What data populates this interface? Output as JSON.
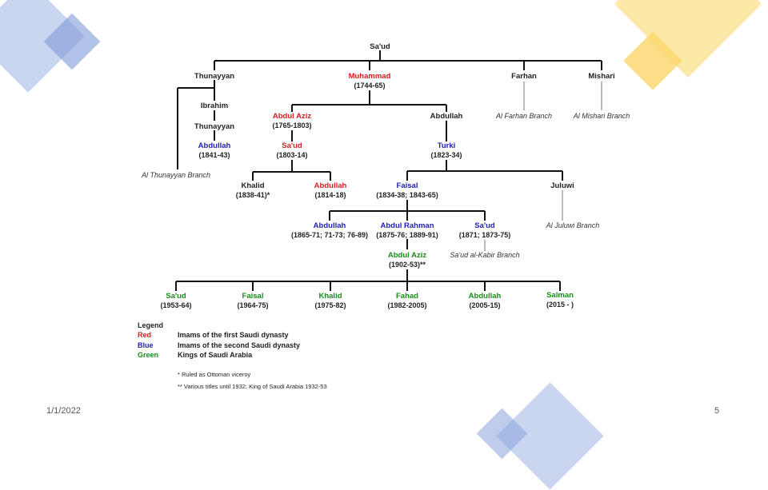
{
  "colors": {
    "red": "#d42020",
    "blue": "#2020b8",
    "green": "#1a8a1a",
    "black": "#222222",
    "deco_blue": "#9fb4e3",
    "deco_yellow": "#fbe08a"
  },
  "tree": {
    "root": "Sa'ud",
    "thunayyan": "Thunayyan",
    "muhammad": "Muhammad",
    "muhammad_dates": "(1744-65)",
    "farhan": "Farhan",
    "mishari": "Mishari",
    "ibrahim": "Ibrahim",
    "thunayyan2": "Thunayyan",
    "abdullah_t": "Abdullah",
    "abdullah_t_dates": "(1841-43)",
    "thunayyan_branch": "Al Thunayyan Branch",
    "abdul_aziz1": "Abdul Aziz",
    "abdul_aziz1_dates": "(1765-1803)",
    "abdullah_m": "Abdullah",
    "farhan_branch": "Al Farhan Branch",
    "mishari_branch": "Al Mishari Branch",
    "saud1": "Sa'ud",
    "saud1_dates": "(1803-14)",
    "turki": "Turki",
    "turki_dates": "(1823-34)",
    "khalid1": "Khalid",
    "khalid1_dates": "(1838-41)*",
    "abdullah_s": "Abdullah",
    "abdullah_s_dates": "(1814-18)",
    "faisal1": "Faisal",
    "faisal1_dates": "(1834-38; 1843-65)",
    "juluwi": "Juluwi",
    "abdullah_f": "Abdullah",
    "abdullah_f_dates": "(1865-71; 71-73; 76-89)",
    "abdul_rahman": "Abdul Rahman",
    "abdul_rahman_dates": "(1875-76; 1889-91)",
    "saud2": "Sa'ud",
    "saud2_dates": "(1871; 1873-75)",
    "juluwi_branch": "Al Juluwi Branch",
    "abdul_aziz2": "Abdul Aziz",
    "abdul_aziz2_dates": "(1902-53)**",
    "saud_kabir_branch": "Sa'ud al-Kabir Branch",
    "k_saud": "Sa'ud",
    "k_saud_dates": "(1953-64)",
    "k_faisal": "Faisal",
    "k_faisal_dates": "(1964-75)",
    "k_khalid": "Khalid",
    "k_khalid_dates": "(1975-82)",
    "k_fahad": "Fahad",
    "k_fahad_dates": "(1982-2005)",
    "k_abdullah": "Abdullah",
    "k_abdullah_dates": "(2005-15)",
    "k_salman": "Salman",
    "k_salman_dates": "(2015 - )"
  },
  "legend": {
    "title": "Legend",
    "red_label": "Red",
    "red_desc": "Imams of the first Saudi dynasty",
    "blue_label": "Blue",
    "blue_desc": "Imams of the second Saudi dynasty",
    "green_label": "Green",
    "green_desc": "Kings of Saudi Arabia",
    "note1": "* Ruled as Ottoman viceroy",
    "note2": "** Various titles until 1932; King of Saudi Arabia 1932-53"
  },
  "footer": {
    "date": "1/1/2022",
    "page": "5"
  }
}
